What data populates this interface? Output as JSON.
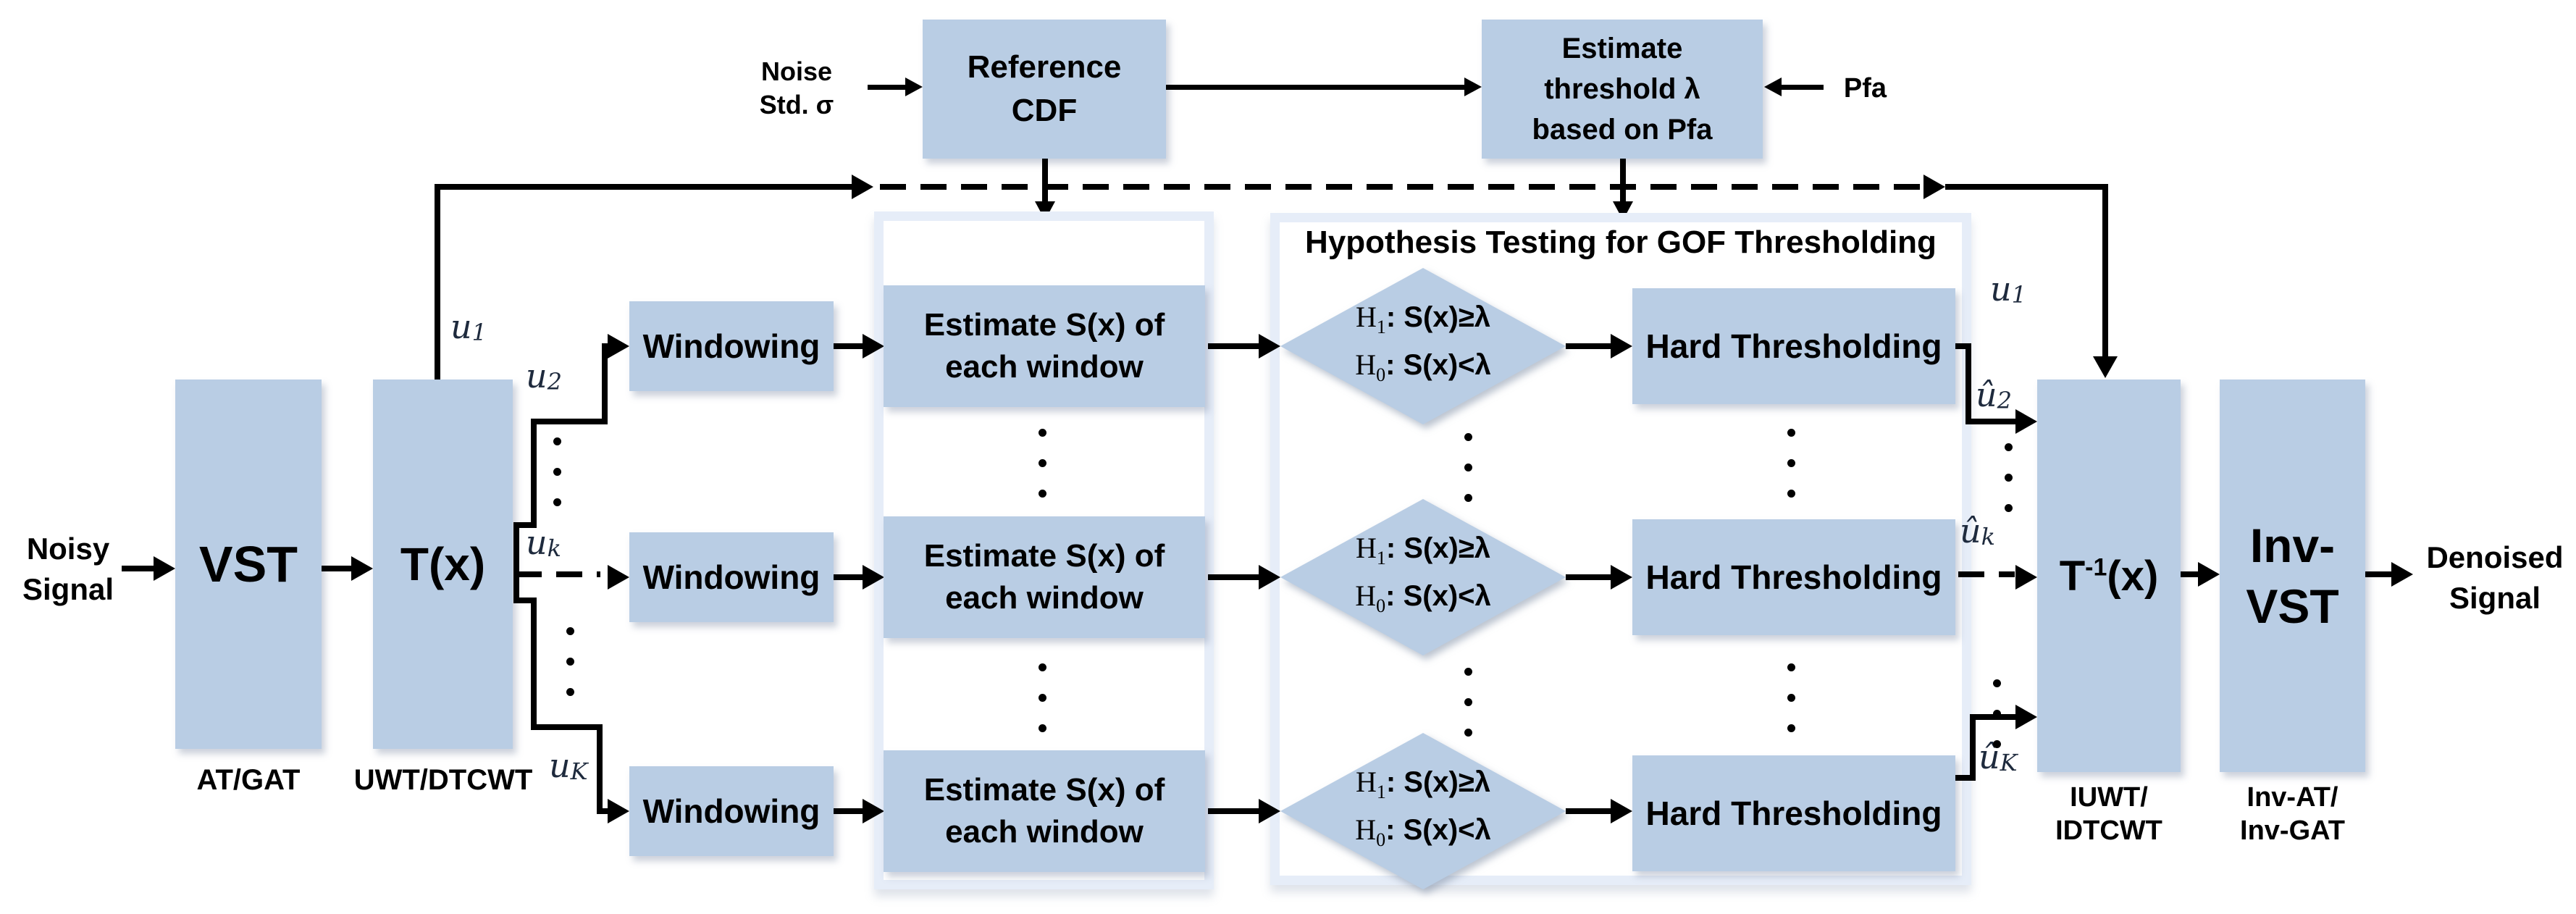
{
  "io": {
    "noisy_line1": "Noisy",
    "noisy_line2": "Signal",
    "denoised_line1": "Denoised",
    "denoised_line2": "Signal"
  },
  "top": {
    "noise_line1": "Noise",
    "noise_line2": "Std. σ",
    "pfa": "Pfa",
    "ref_cdf_line1": "Reference",
    "ref_cdf_line2": "CDF",
    "threshold_line1": "Estimate",
    "threshold_line2": "threshold λ",
    "threshold_line3": "based on Pfa"
  },
  "blocks": {
    "vst": "VST",
    "vst_sub": "AT/GAT",
    "tx": "T(x)",
    "tx_sub": "UWT/DTCWT",
    "tinv_base": "T",
    "tinv_sup": "-1",
    "tinv_arg": "(x)",
    "tinv_sub_line1": "IUWT/",
    "tinv_sub_line2": "IDTCWT",
    "inv_vst_line1": "Inv-",
    "inv_vst_line2": "VST",
    "inv_vst_sub_line1": "Inv-AT/",
    "inv_vst_sub_line2": "Inv-GAT"
  },
  "container": {
    "hypothesis_title": "Hypothesis Testing for GOF Thresholding"
  },
  "rows": [
    {
      "windowing": "Windowing",
      "estimate_line1": "Estimate S(x)  of",
      "estimate_line2": "each window",
      "h1_head": "H",
      "h1_sub": "1",
      "h1_body": ": S(x)≥λ",
      "h0_head": "H",
      "h0_sub": "0",
      "h0_body": ": S(x)<λ",
      "hard": "Hard Thresholding"
    },
    {
      "windowing": "Windowing",
      "estimate_line1": "Estimate S(x)  of",
      "estimate_line2": "each window",
      "h1_head": "H",
      "h1_sub": "1",
      "h1_body": ": S(x)≥λ",
      "h0_head": "H",
      "h0_sub": "0",
      "h0_body": ": S(x)<λ",
      "hard": "Hard Thresholding"
    },
    {
      "windowing": "Windowing",
      "estimate_line1": "Estimate S(x)  of",
      "estimate_line2": "each window",
      "h1_head": "H",
      "h1_sub": "1",
      "h1_body": ": S(x)≥λ",
      "h0_head": "H",
      "h0_sub": "0",
      "h0_body": ": S(x)<λ",
      "hard": "Hard Thresholding"
    }
  ],
  "branches": {
    "u1_head": "u",
    "u1_sub": "1",
    "u2_head": "u",
    "u2_sub": "2",
    "uk_head": "u",
    "uk_sub": "k",
    "uK_head": "u",
    "uK_sub": "K",
    "u1r_head": "u",
    "u1r_sub": "1",
    "uhat2_head": "û",
    "uhat2_sub": "2",
    "uhatk_head": "û",
    "uhatk_sub": "k",
    "uhatK_head": "û",
    "uhatK_sub": "K"
  },
  "colors": {
    "block_fill": "#b9cde4",
    "container_frame": "#e6edf8",
    "line": "#000000",
    "branch_label": "#1e2a3d"
  }
}
